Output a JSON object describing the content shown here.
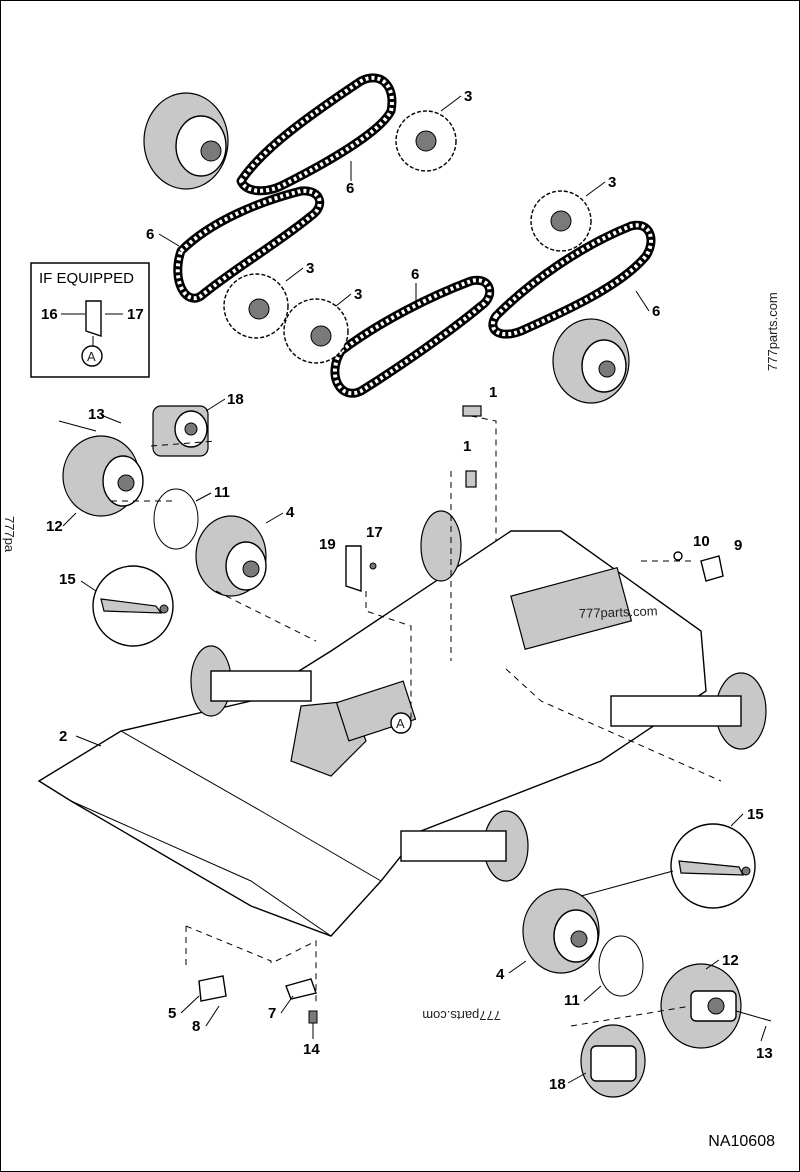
{
  "figure_id": "NA10608",
  "if_equipped": {
    "title": "IF EQUIPPED",
    "ref_letter": "A"
  },
  "frame_ref_letter": "A",
  "watermarks": [
    "777parts.com",
    "777parts.com",
    "777parts.com",
    "777pa"
  ],
  "callouts": {
    "c1a": "1",
    "c1b": "1",
    "c2": "2",
    "c3a": "3",
    "c3b": "3",
    "c3c": "3",
    "c3d": "3",
    "c4a": "4",
    "c4b": "4",
    "c5": "5",
    "c6a": "6",
    "c6b": "6",
    "c6c": "6",
    "c6d": "6",
    "c7": "7",
    "c8": "8",
    "c9": "9",
    "c10": "10",
    "c11a": "11",
    "c11b": "11",
    "c12a": "12",
    "c12b": "12",
    "c13a": "13",
    "c13b": "13",
    "c14": "14",
    "c15a": "15",
    "c15b": "15",
    "c16": "16",
    "c17a": "17",
    "c17b": "17",
    "c18a": "18",
    "c18b": "18",
    "c19": "19"
  },
  "colors": {
    "line": "#000000",
    "shade": "#c8c8c8",
    "background": "#ffffff"
  }
}
